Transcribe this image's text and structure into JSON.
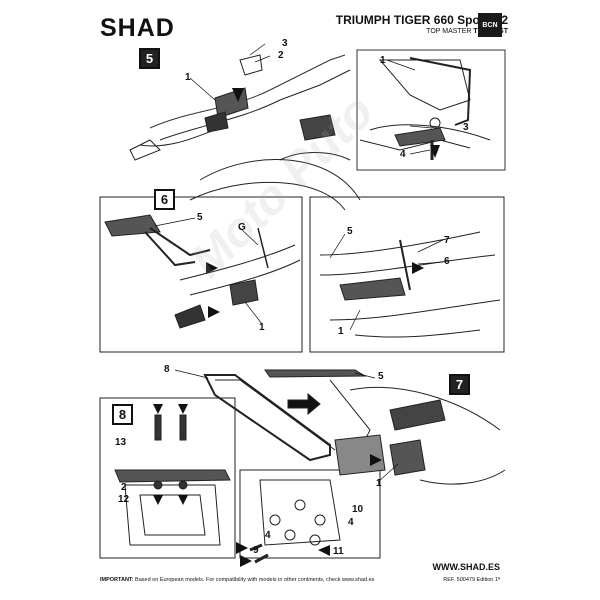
{
  "header": {
    "brand": "SHAD",
    "model": "TRIUMPH TIGER 660 Sport '22",
    "kit_prefix": "TOP MASTER ",
    "kit_code": "T0TG62ST",
    "badge": "BCN"
  },
  "steps": [
    {
      "number": "5"
    },
    {
      "number": "6"
    },
    {
      "number": "7"
    },
    {
      "number": "8"
    }
  ],
  "callouts": {
    "s5_main": [
      "3",
      "2",
      "1"
    ],
    "s5_inset": [
      "1",
      "3",
      "4"
    ],
    "s6_main": [
      "5",
      "G",
      "1"
    ],
    "s6_inset": [
      "5",
      "7",
      "6",
      "1"
    ],
    "s7": [
      "8",
      "5",
      "1"
    ],
    "s8": [
      "13",
      "2",
      "12",
      "10",
      "4",
      "4",
      "9",
      "11"
    ]
  },
  "watermark": "Moto Puto",
  "footer": {
    "important_label": "IMPORTANT:",
    "important_text": " Based on European models. For compatibility with models in other continents, check www.shad.es",
    "website": "WWW.SHAD.ES",
    "ref": "REF. 500479 Edition 1ª"
  }
}
